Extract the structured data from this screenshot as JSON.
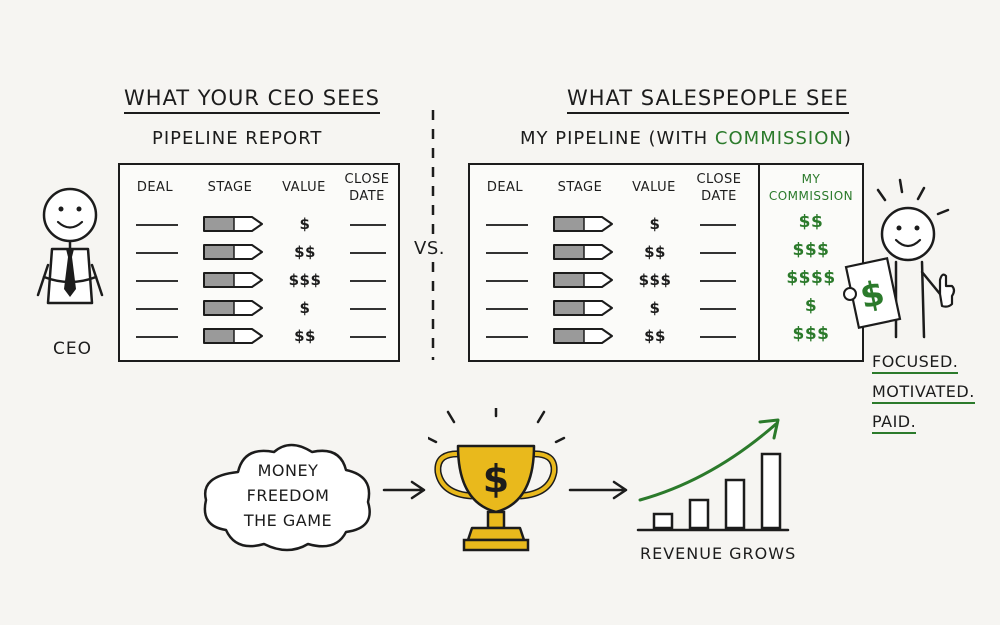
{
  "left": {
    "heading": "WHAT YOUR CEO SEES",
    "subheading": "PIPELINE REPORT",
    "columns": [
      "DEAL",
      "STAGE",
      "VALUE",
      "CLOSE\nDATE"
    ],
    "rows": [
      {
        "value": "$"
      },
      {
        "value": "$$"
      },
      {
        "value": "$$$"
      },
      {
        "value": "$"
      },
      {
        "value": "$$"
      }
    ],
    "person_label": "CEO"
  },
  "vs_label": "VS.",
  "right": {
    "heading": "WHAT SALESPEOPLE SEE",
    "subheading_prefix": "MY PIPELINE (WITH ",
    "subheading_highlight": "COMMISSION",
    "subheading_suffix": ")",
    "columns": [
      "DEAL",
      "STAGE",
      "VALUE",
      "CLOSE\nDATE"
    ],
    "commission_header": "MY\nCOMMISSION",
    "rows": [
      {
        "value": "$",
        "commission": "$$"
      },
      {
        "value": "$$",
        "commission": "$$$"
      },
      {
        "value": "$$$",
        "commission": "$$$$"
      },
      {
        "value": "$",
        "commission": "$"
      },
      {
        "value": "$$",
        "commission": "$$$"
      }
    ],
    "traits": [
      "FOCUSED.",
      "MOTIVATED.",
      "PAID."
    ]
  },
  "bottom": {
    "cloud_lines": [
      "MONEY",
      "FREEDOM",
      "THE GAME"
    ],
    "chart_caption": "REVENUE GROWS"
  },
  "colors": {
    "accent_green": "#2b7a2b",
    "trophy_gold": "#e9b91c",
    "ink": "#1c1c1c"
  }
}
